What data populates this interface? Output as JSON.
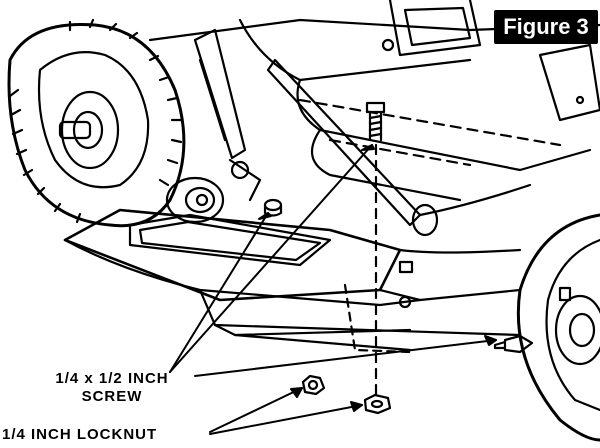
{
  "figure": {
    "label": "Figure 3"
  },
  "callouts": {
    "screw_line1": "1/4 x 1/2 INCH",
    "screw_line2": "SCREW",
    "locknut": "1/4 INCH LOCKNUT"
  },
  "colors": {
    "ink": "#000000",
    "paper": "#ffffff"
  }
}
